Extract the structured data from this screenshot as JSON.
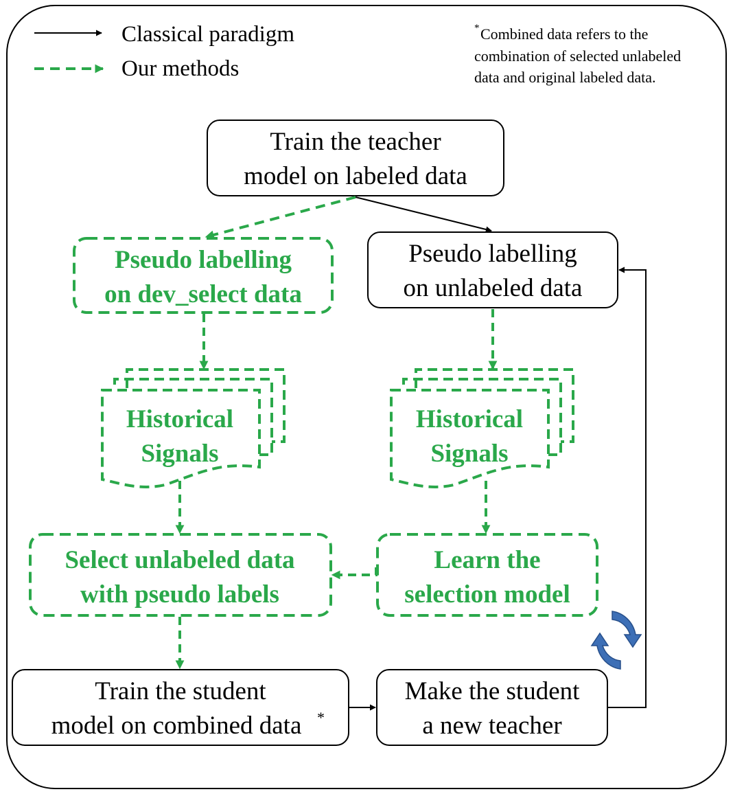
{
  "legend": {
    "classical_label": "Classical paradigm",
    "ours_label": "Our methods"
  },
  "note": {
    "marker": "*",
    "line1": "Combined data refers to the",
    "line2": "combination of selected unlabeled",
    "line3": "data and original labeled data."
  },
  "nodes": {
    "train_teacher": {
      "line1": "Train the teacher",
      "line2": "model on labeled data"
    },
    "pseudo_unlabeled": {
      "line1": "Pseudo labelling",
      "line2": "on unlabeled data"
    },
    "pseudo_dev": {
      "line1": "Pseudo labelling",
      "line2": "on dev_select data"
    },
    "hist_left": {
      "line1": "Historical",
      "line2": "Signals"
    },
    "hist_right": {
      "line1": "Historical",
      "line2": "Signals"
    },
    "select_data": {
      "line1": "Select unlabeled data",
      "line2": "with pseudo labels"
    },
    "learn_model": {
      "line1": "Learn the",
      "line2": "selection model"
    },
    "train_student": {
      "line1": "Train the student",
      "line2": "model on combined data",
      "marker": "*"
    },
    "new_teacher": {
      "line1": "Make the student",
      "line2": "a new teacher"
    }
  },
  "colors": {
    "classical": "#000000",
    "ours": "#2aa84a",
    "loop_icon": "#3d6fb6"
  },
  "icons": [
    "refresh-cycle-icon"
  ]
}
